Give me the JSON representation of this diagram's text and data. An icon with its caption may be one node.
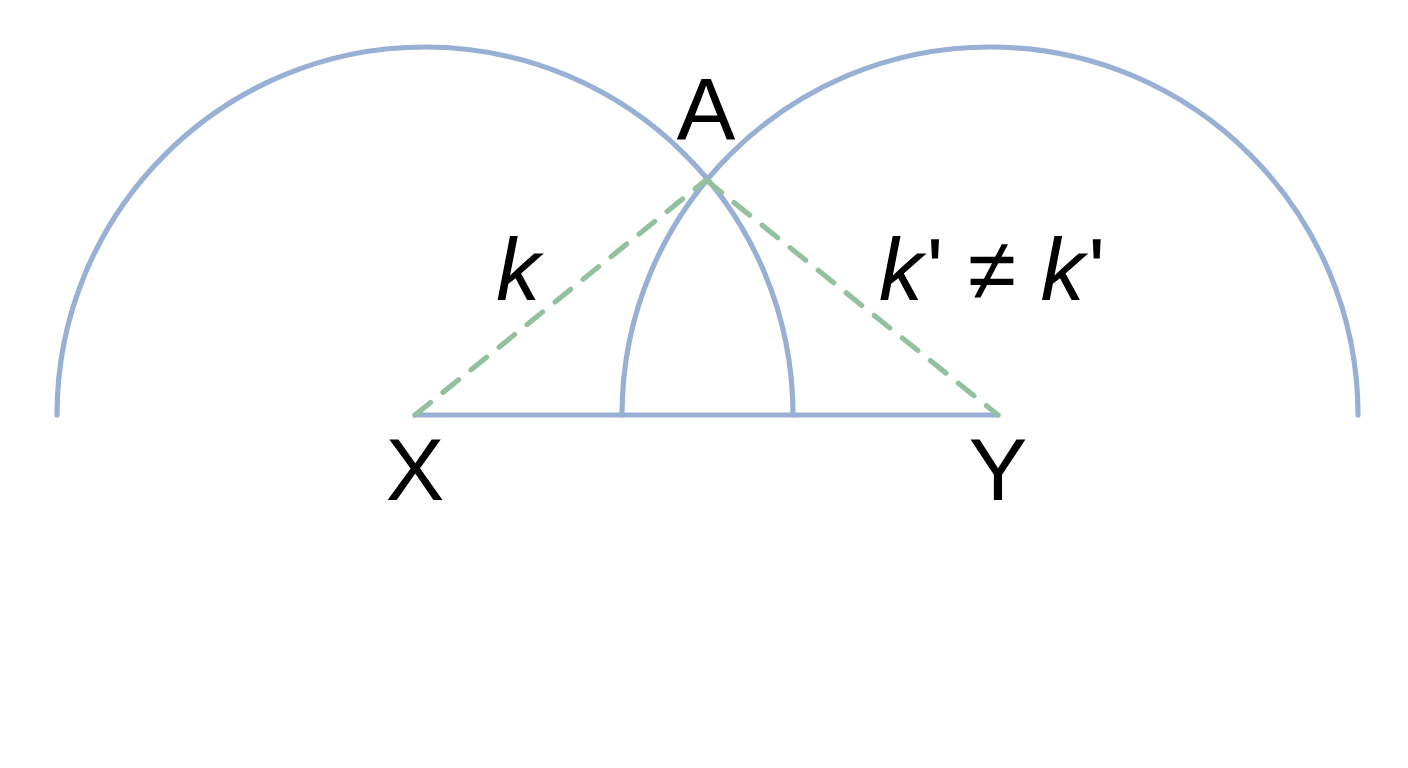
{
  "diagram": {
    "nodes": [
      {
        "text": [
          "X"
        ]
      },
      {
        "text": [
          "Y"
        ]
      },
      {
        "text": [
          "A"
        ]
      }
    ],
    "edges": [
      {
        "from": 0,
        "to": 1,
        "arrow": "none",
        "color": "#98b0d4"
      },
      {
        "from": 0,
        "to": 2,
        "arrow": "none",
        "style": "dashed",
        "color": "#93c09e",
        "label": "*k*"
      },
      {
        "from": 2,
        "to": 1,
        "arrow": "none",
        "style": "dashed",
        "color": "#93c09e",
        "label": "*k*' ≠ *k*'"
      }
    ]
  }
}
